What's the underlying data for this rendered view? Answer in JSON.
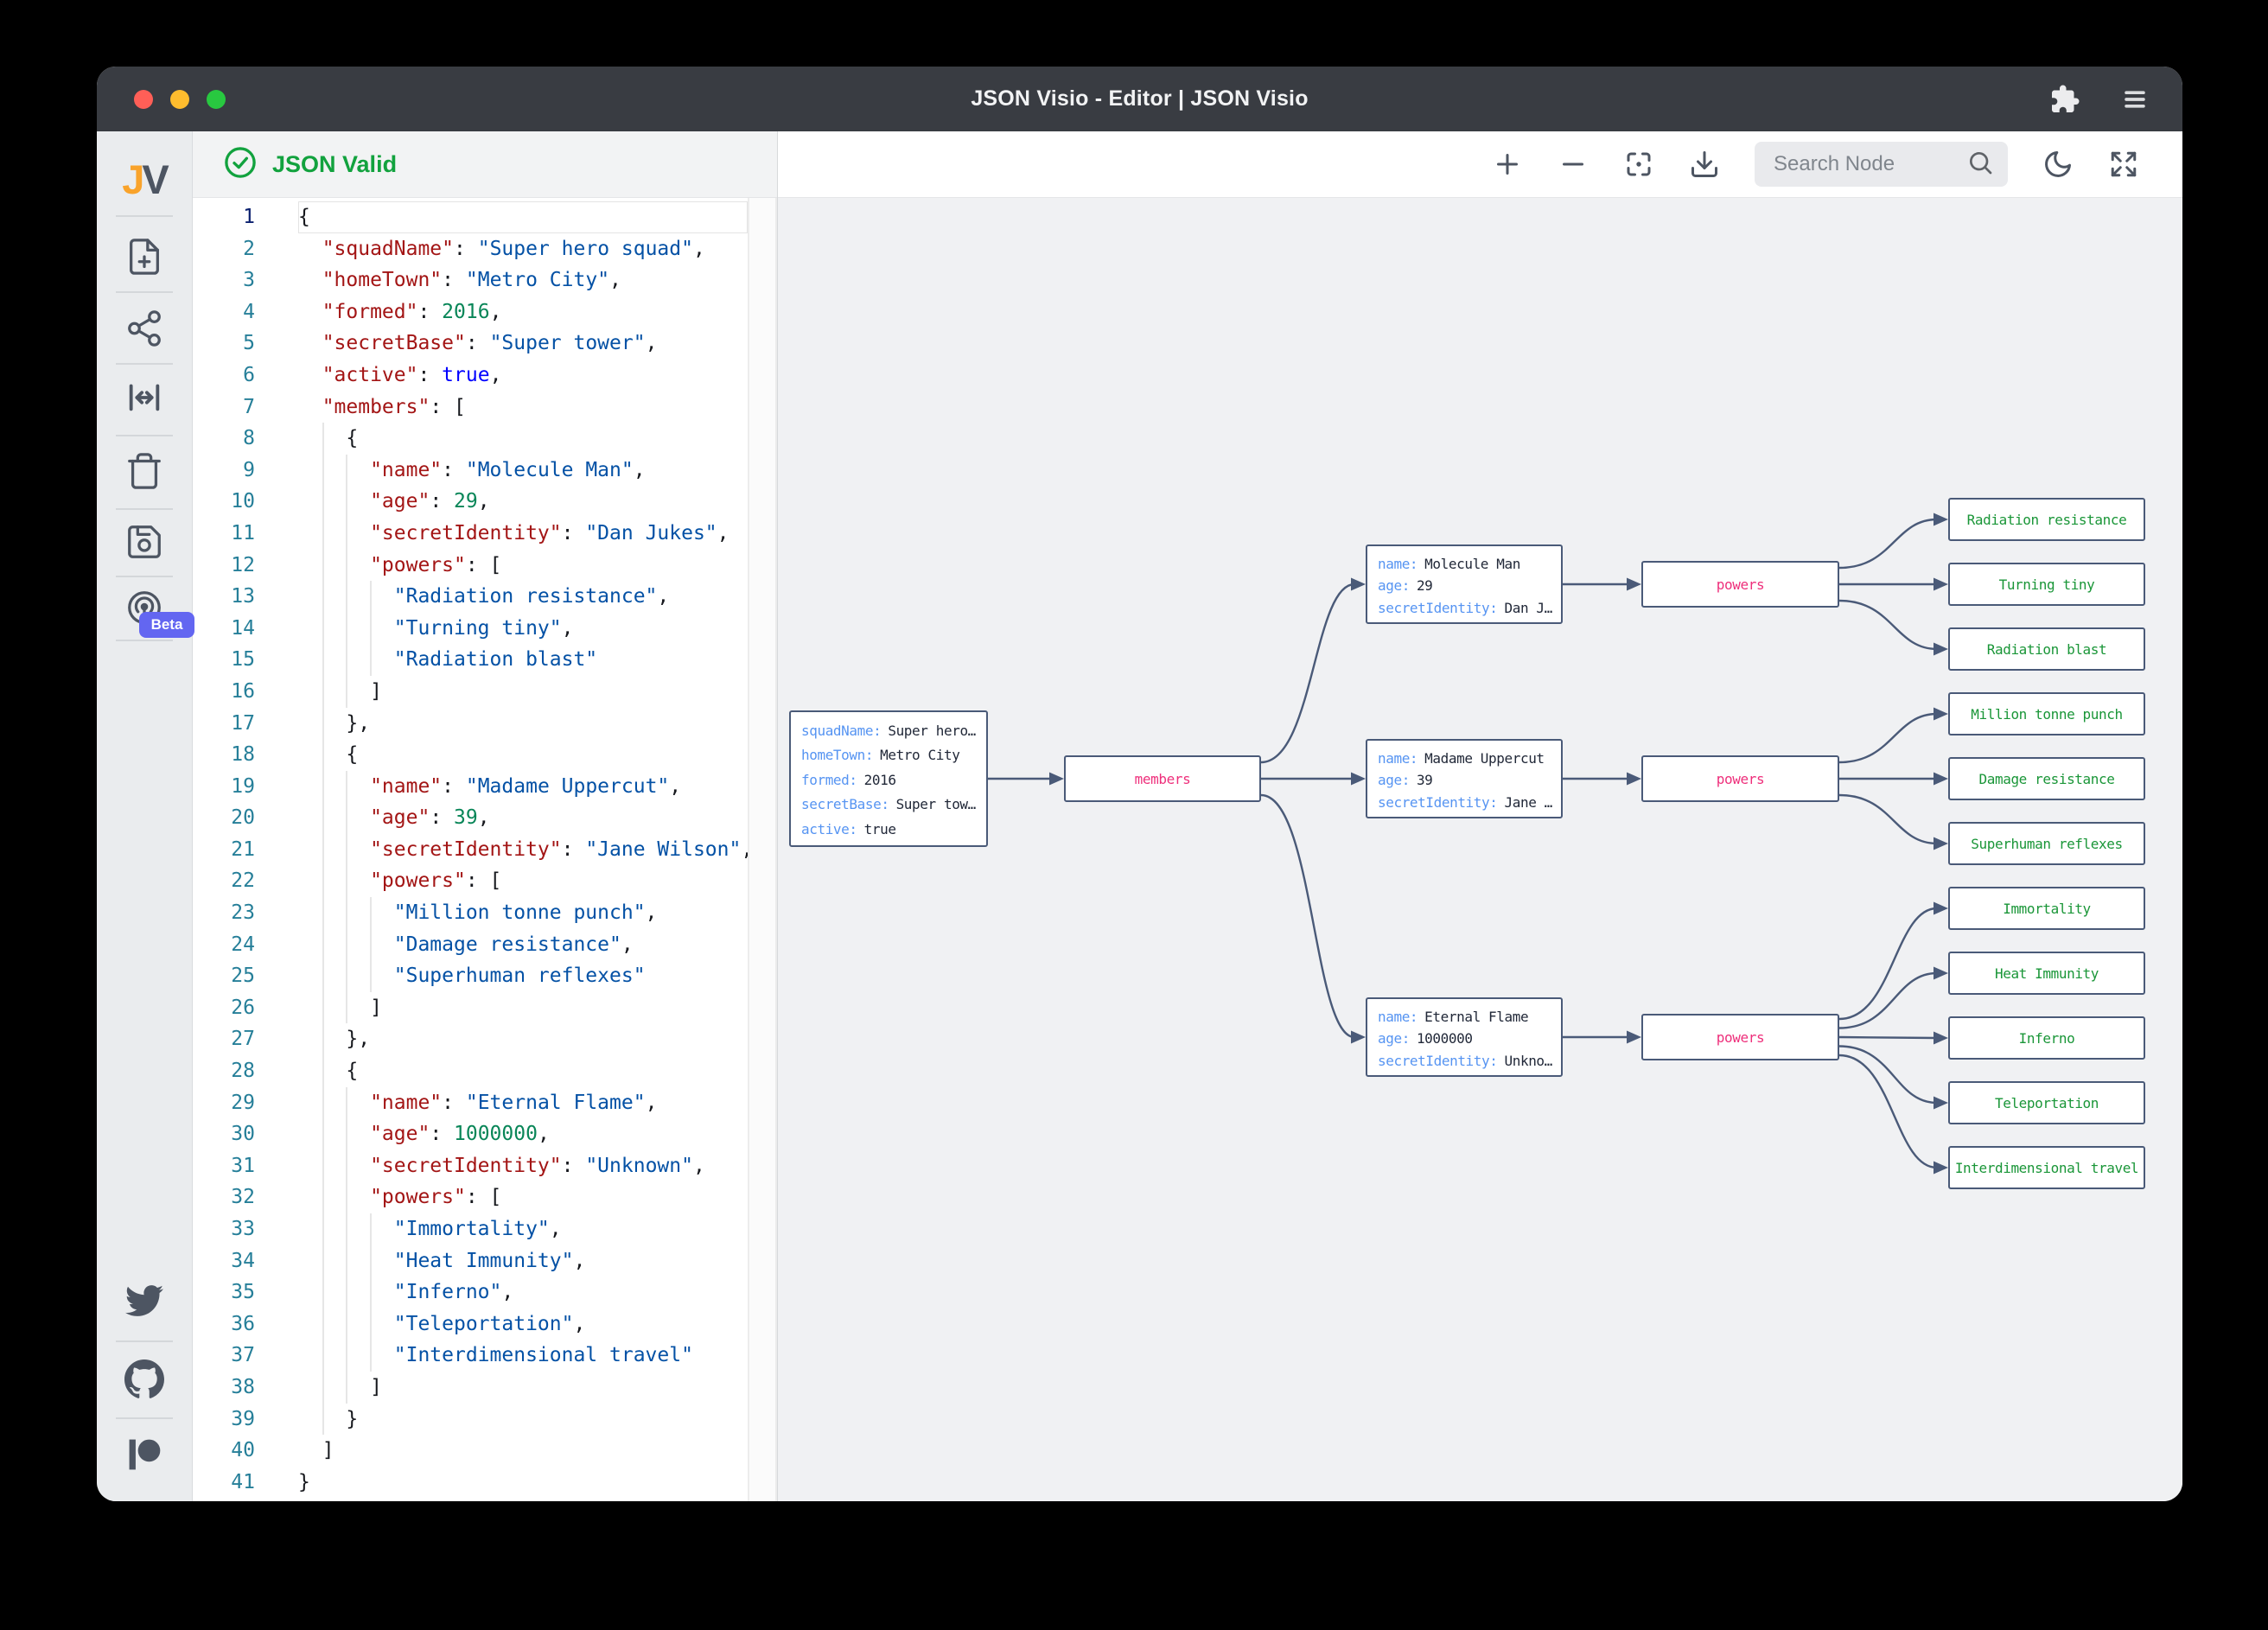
{
  "window": {
    "title": "JSON Visio - Editor | JSON Visio"
  },
  "logo": {
    "j": "J",
    "v": "V"
  },
  "sidebar": {
    "tools": [
      "new-document",
      "share",
      "fit-width",
      "delete",
      "save",
      "api-beta"
    ],
    "beta_label": "Beta",
    "links": [
      "twitter",
      "github",
      "patreon"
    ]
  },
  "status": {
    "valid_label": "JSON Valid"
  },
  "toolbar": {
    "search_placeholder": "Search Node"
  },
  "colors": {
    "titlebar": "#393c42",
    "accent_green": "#12a23e",
    "beta_badge": "#6366f1",
    "editor_key": "#a31515",
    "editor_string": "#0451a5",
    "editor_number": "#098658",
    "editor_bool": "#0000ff",
    "node_key": "#5694f2",
    "node_parent": "#ee2f7b",
    "node_leaf": "#1a9638",
    "edge": "#4a5a78",
    "graph_bg": "#f0f1f3"
  },
  "editor": {
    "lines": [
      [
        [
          "p",
          "{"
        ]
      ],
      [
        [
          "p",
          "  "
        ],
        [
          "k",
          "\"squadName\""
        ],
        [
          "p",
          ": "
        ],
        [
          "s",
          "\"Super hero squad\""
        ],
        [
          "p",
          ","
        ]
      ],
      [
        [
          "p",
          "  "
        ],
        [
          "k",
          "\"homeTown\""
        ],
        [
          "p",
          ": "
        ],
        [
          "s",
          "\"Metro City\""
        ],
        [
          "p",
          ","
        ]
      ],
      [
        [
          "p",
          "  "
        ],
        [
          "k",
          "\"formed\""
        ],
        [
          "p",
          ": "
        ],
        [
          "n",
          "2016"
        ],
        [
          "p",
          ","
        ]
      ],
      [
        [
          "p",
          "  "
        ],
        [
          "k",
          "\"secretBase\""
        ],
        [
          "p",
          ": "
        ],
        [
          "s",
          "\"Super tower\""
        ],
        [
          "p",
          ","
        ]
      ],
      [
        [
          "p",
          "  "
        ],
        [
          "k",
          "\"active\""
        ],
        [
          "p",
          ": "
        ],
        [
          "b",
          "true"
        ],
        [
          "p",
          ","
        ]
      ],
      [
        [
          "p",
          "  "
        ],
        [
          "k",
          "\"members\""
        ],
        [
          "p",
          ": ["
        ]
      ],
      [
        [
          "p",
          "    {"
        ]
      ],
      [
        [
          "p",
          "      "
        ],
        [
          "k",
          "\"name\""
        ],
        [
          "p",
          ": "
        ],
        [
          "s",
          "\"Molecule Man\""
        ],
        [
          "p",
          ","
        ]
      ],
      [
        [
          "p",
          "      "
        ],
        [
          "k",
          "\"age\""
        ],
        [
          "p",
          ": "
        ],
        [
          "n",
          "29"
        ],
        [
          "p",
          ","
        ]
      ],
      [
        [
          "p",
          "      "
        ],
        [
          "k",
          "\"secretIdentity\""
        ],
        [
          "p",
          ": "
        ],
        [
          "s",
          "\"Dan Jukes\""
        ],
        [
          "p",
          ","
        ]
      ],
      [
        [
          "p",
          "      "
        ],
        [
          "k",
          "\"powers\""
        ],
        [
          "p",
          ": ["
        ]
      ],
      [
        [
          "p",
          "        "
        ],
        [
          "s",
          "\"Radiation resistance\""
        ],
        [
          "p",
          ","
        ]
      ],
      [
        [
          "p",
          "        "
        ],
        [
          "s",
          "\"Turning tiny\""
        ],
        [
          "p",
          ","
        ]
      ],
      [
        [
          "p",
          "        "
        ],
        [
          "s",
          "\"Radiation blast\""
        ]
      ],
      [
        [
          "p",
          "      ]"
        ]
      ],
      [
        [
          "p",
          "    },"
        ]
      ],
      [
        [
          "p",
          "    {"
        ]
      ],
      [
        [
          "p",
          "      "
        ],
        [
          "k",
          "\"name\""
        ],
        [
          "p",
          ": "
        ],
        [
          "s",
          "\"Madame Uppercut\""
        ],
        [
          "p",
          ","
        ]
      ],
      [
        [
          "p",
          "      "
        ],
        [
          "k",
          "\"age\""
        ],
        [
          "p",
          ": "
        ],
        [
          "n",
          "39"
        ],
        [
          "p",
          ","
        ]
      ],
      [
        [
          "p",
          "      "
        ],
        [
          "k",
          "\"secretIdentity\""
        ],
        [
          "p",
          ": "
        ],
        [
          "s",
          "\"Jane Wilson\""
        ],
        [
          "p",
          ","
        ]
      ],
      [
        [
          "p",
          "      "
        ],
        [
          "k",
          "\"powers\""
        ],
        [
          "p",
          ": ["
        ]
      ],
      [
        [
          "p",
          "        "
        ],
        [
          "s",
          "\"Million tonne punch\""
        ],
        [
          "p",
          ","
        ]
      ],
      [
        [
          "p",
          "        "
        ],
        [
          "s",
          "\"Damage resistance\""
        ],
        [
          "p",
          ","
        ]
      ],
      [
        [
          "p",
          "        "
        ],
        [
          "s",
          "\"Superhuman reflexes\""
        ]
      ],
      [
        [
          "p",
          "      ]"
        ]
      ],
      [
        [
          "p",
          "    },"
        ]
      ],
      [
        [
          "p",
          "    {"
        ]
      ],
      [
        [
          "p",
          "      "
        ],
        [
          "k",
          "\"name\""
        ],
        [
          "p",
          ": "
        ],
        [
          "s",
          "\"Eternal Flame\""
        ],
        [
          "p",
          ","
        ]
      ],
      [
        [
          "p",
          "      "
        ],
        [
          "k",
          "\"age\""
        ],
        [
          "p",
          ": "
        ],
        [
          "n",
          "1000000"
        ],
        [
          "p",
          ","
        ]
      ],
      [
        [
          "p",
          "      "
        ],
        [
          "k",
          "\"secretIdentity\""
        ],
        [
          "p",
          ": "
        ],
        [
          "s",
          "\"Unknown\""
        ],
        [
          "p",
          ","
        ]
      ],
      [
        [
          "p",
          "      "
        ],
        [
          "k",
          "\"powers\""
        ],
        [
          "p",
          ": ["
        ]
      ],
      [
        [
          "p",
          "        "
        ],
        [
          "s",
          "\"Immortality\""
        ],
        [
          "p",
          ","
        ]
      ],
      [
        [
          "p",
          "        "
        ],
        [
          "s",
          "\"Heat Immunity\""
        ],
        [
          "p",
          ","
        ]
      ],
      [
        [
          "p",
          "        "
        ],
        [
          "s",
          "\"Inferno\""
        ],
        [
          "p",
          ","
        ]
      ],
      [
        [
          "p",
          "        "
        ],
        [
          "s",
          "\"Teleportation\""
        ],
        [
          "p",
          ","
        ]
      ],
      [
        [
          "p",
          "        "
        ],
        [
          "s",
          "\"Interdimensional travel\""
        ]
      ],
      [
        [
          "p",
          "      ]"
        ]
      ],
      [
        [
          "p",
          "    }"
        ]
      ],
      [
        [
          "p",
          "  ]"
        ]
      ],
      [
        [
          "p",
          "}"
        ]
      ]
    ]
  },
  "graph": {
    "nodes": [
      {
        "id": "root",
        "type": "object",
        "entries": [
          {
            "k": "squadName:",
            "v": "Super hero…"
          },
          {
            "k": "homeTown:",
            "v": "Metro City"
          },
          {
            "k": "formed:",
            "v": "2016"
          },
          {
            "k": "secretBase:",
            "v": "Super tow…"
          },
          {
            "k": "active:",
            "v": "true"
          }
        ]
      },
      {
        "id": "members",
        "type": "parent",
        "label": "members"
      },
      {
        "id": "m1",
        "type": "object",
        "entries": [
          {
            "k": "name:",
            "v": "Molecule Man"
          },
          {
            "k": "age:",
            "v": "29"
          },
          {
            "k": "secretIdentity:",
            "v": "Dan J…"
          }
        ]
      },
      {
        "id": "m2",
        "type": "object",
        "entries": [
          {
            "k": "name:",
            "v": "Madame Uppercut"
          },
          {
            "k": "age:",
            "v": "39"
          },
          {
            "k": "secretIdentity:",
            "v": "Jane …"
          }
        ]
      },
      {
        "id": "m3",
        "type": "object",
        "entries": [
          {
            "k": "name:",
            "v": "Eternal Flame"
          },
          {
            "k": "age:",
            "v": "1000000"
          },
          {
            "k": "secretIdentity:",
            "v": "Unkno…"
          }
        ]
      },
      {
        "id": "p1",
        "type": "parent",
        "label": "powers"
      },
      {
        "id": "p2",
        "type": "parent",
        "label": "powers"
      },
      {
        "id": "p3",
        "type": "parent",
        "label": "powers"
      },
      {
        "id": "l1",
        "type": "leaf",
        "label": "Radiation resistance"
      },
      {
        "id": "l2",
        "type": "leaf",
        "label": "Turning tiny"
      },
      {
        "id": "l3",
        "type": "leaf",
        "label": "Radiation blast"
      },
      {
        "id": "l4",
        "type": "leaf",
        "label": "Million tonne punch"
      },
      {
        "id": "l5",
        "type": "leaf",
        "label": "Damage resistance"
      },
      {
        "id": "l6",
        "type": "leaf",
        "label": "Superhuman reflexes"
      },
      {
        "id": "l7",
        "type": "leaf",
        "label": "Immortality"
      },
      {
        "id": "l8",
        "type": "leaf",
        "label": "Heat Immunity"
      },
      {
        "id": "l9",
        "type": "leaf",
        "label": "Inferno"
      },
      {
        "id": "l10",
        "type": "leaf",
        "label": "Teleportation"
      },
      {
        "id": "l11",
        "type": "leaf",
        "label": "Interdimensional travel"
      }
    ],
    "edges": [
      [
        "root",
        "members"
      ],
      [
        "members",
        "m1"
      ],
      [
        "members",
        "m2"
      ],
      [
        "members",
        "m3"
      ],
      [
        "m1",
        "p1"
      ],
      [
        "m2",
        "p2"
      ],
      [
        "m3",
        "p3"
      ],
      [
        "p1",
        "l1"
      ],
      [
        "p1",
        "l2"
      ],
      [
        "p1",
        "l3"
      ],
      [
        "p2",
        "l4"
      ],
      [
        "p2",
        "l5"
      ],
      [
        "p2",
        "l6"
      ],
      [
        "p3",
        "l7"
      ],
      [
        "p3",
        "l8"
      ],
      [
        "p3",
        "l9"
      ],
      [
        "p3",
        "l10"
      ],
      [
        "p3",
        "l11"
      ]
    ]
  }
}
